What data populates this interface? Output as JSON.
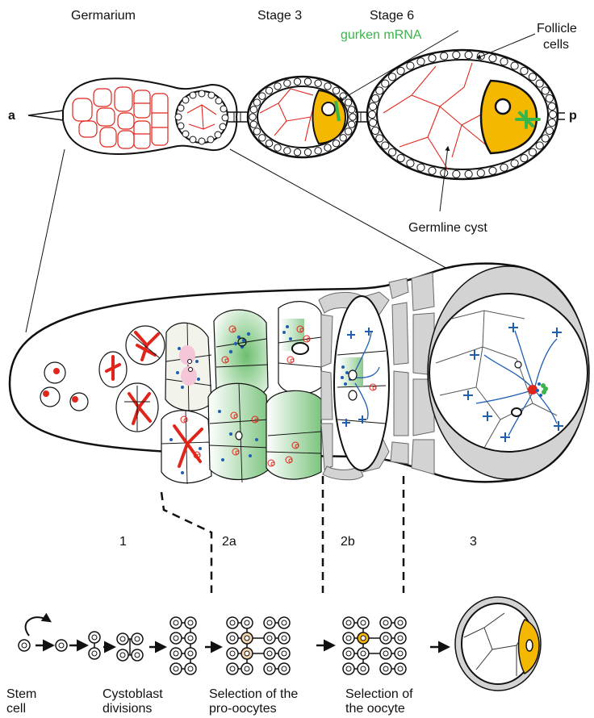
{
  "top": {
    "germarium": "Germarium",
    "stage3": "Stage 3",
    "stage6": "Stage 6",
    "gurken": "gurken mRNA",
    "follicle_line1": "Follicle",
    "follicle_line2": "cells",
    "anterior": "a",
    "posterior": "p",
    "germline_cyst": "Germline cyst"
  },
  "regions": [
    "1",
    "2a",
    "2b",
    "3"
  ],
  "bottom": {
    "stem_line1": "Stem",
    "stem_line2": "cell",
    "cysto_line1": "Cystoblast",
    "cysto_line2": "divisions",
    "sel_pro_line1": "Selection of the",
    "sel_pro_line2": "pro-oocytes",
    "sel_oo_line1": "Selection of",
    "sel_oo_line2": "the oocyte"
  },
  "colors": {
    "cell_outline": "#e0261c",
    "gurken": "#3ab54a",
    "oocyte_yellow": "#f5b800",
    "microtubule": "#1f5fb0",
    "follicle_gray": "#d3d3d3",
    "pro_oocyte": "#f8d9b4"
  }
}
